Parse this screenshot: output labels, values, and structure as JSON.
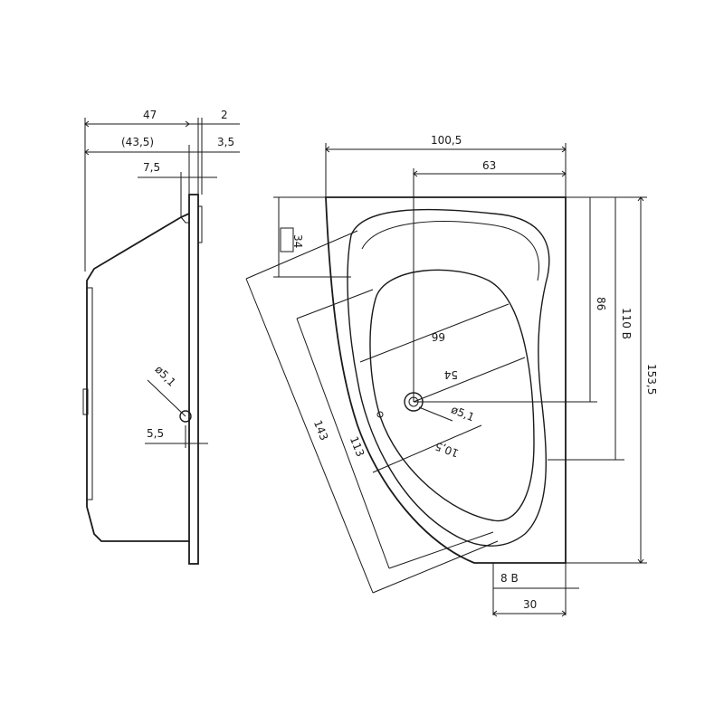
{
  "side_view": {
    "dims": {
      "total_width": "47",
      "rim_thickness": "2",
      "inner_width": "(43,5)",
      "rim_step": "3,5",
      "lip_width": "7,5",
      "drain_offset": "5,5",
      "overflow_diameter": "ø5,1"
    }
  },
  "top_view": {
    "dims": {
      "overall_width": "100,5",
      "drain_x": "63",
      "corner_offset": "34",
      "seat_height": "86",
      "outflow_y": "110 B",
      "overall_length": "153,5",
      "diag_outer": "143",
      "diag_inner": "113",
      "basin_width": "66",
      "drain_to_rim": "54",
      "drain_diameter": "ø5,1",
      "drain_setback": "10,5",
      "foot_offset": "8 B",
      "foot_width": "30"
    }
  }
}
